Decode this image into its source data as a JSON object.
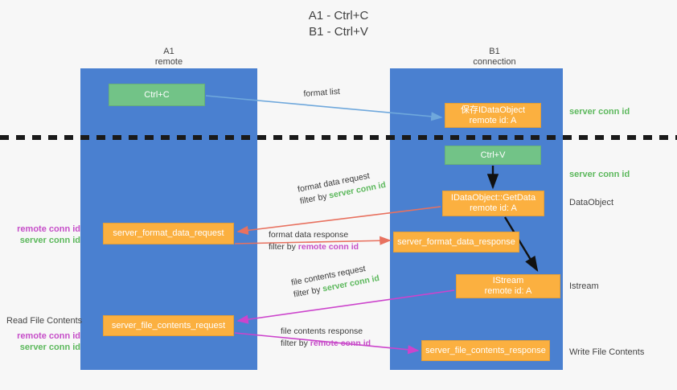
{
  "title": "A1 - Ctrl+C\nB1 - Ctrl+V",
  "lanes": {
    "a": {
      "name": "A1",
      "role": "remote"
    },
    "b": {
      "name": "B1",
      "role": "connection"
    }
  },
  "colors": {
    "lane_fill": "#4a80d0",
    "green_box": "#72c387",
    "orange_box": "#fbb040",
    "server_conn_id": "#5cb85c",
    "remote_conn_id": "#c64ec8",
    "arrow_blue": "#6fa8dc",
    "arrow_red": "#e8715f",
    "arrow_magenta": "#cc44cc",
    "arrow_black": "#111111",
    "background": "#f7f7f7"
  },
  "boxes": {
    "ctrl_c": {
      "line1": "Ctrl+C",
      "line2": ""
    },
    "save_idataobject": {
      "line1": "保存IDataObject",
      "line2": "remote id: A"
    },
    "ctrl_v": {
      "line1": "Ctrl+V",
      "line2": ""
    },
    "getdata": {
      "line1": "IDataObject::GetData",
      "line2": "remote id: A"
    },
    "server_format_data_request": {
      "line1": "server_format_data_request",
      "line2": ""
    },
    "server_format_data_response": {
      "line1": "server_format_data_response",
      "line2": ""
    },
    "istream": {
      "line1": "IStream",
      "line2": "remote id: A"
    },
    "server_file_contents_request": {
      "line1": "server_file_contents_request",
      "line2": ""
    },
    "server_file_contents_response": {
      "line1": "server_file_contents_response",
      "line2": ""
    }
  },
  "side_labels": {
    "server_conn_id_top": "server conn id",
    "server_conn_id_mid": "server conn id",
    "dataobject": "DataObject",
    "istream": "Istream",
    "write_file_contents": "Write File Contents",
    "read_file_contents": "Read File Contents",
    "remote_conn_id": "remote conn id",
    "server_conn_id": "server conn id"
  },
  "edges": {
    "format_list": {
      "line1": "format list",
      "line2": ""
    },
    "format_data_request": {
      "line1": "format data request",
      "filter_prefix": "filter by ",
      "filter_value": "server conn id"
    },
    "format_data_response": {
      "line1": "format data response",
      "filter_prefix": "filter by ",
      "filter_value": "remote conn id"
    },
    "file_contents_request": {
      "line1": "file contents request",
      "filter_prefix": "filter by ",
      "filter_value": "server conn id"
    },
    "file_contents_response": {
      "line1": "file contents response",
      "filter_prefix": "filter by ",
      "filter_value": "remote conn id"
    }
  }
}
